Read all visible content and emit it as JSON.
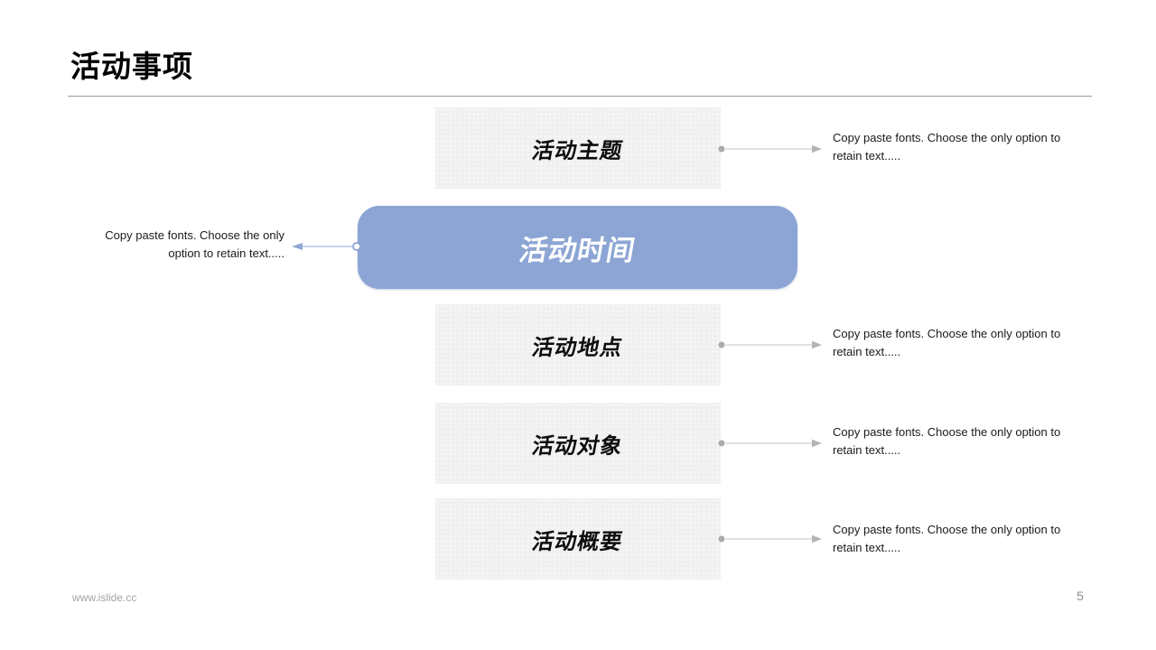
{
  "slide": {
    "title": "活动事项",
    "footer_url": "www.islide.cc",
    "page_number": "5"
  },
  "colors": {
    "accent_blue": "#8ca5d4",
    "box_gray": "#f0f0f0",
    "connector_gray": "#c9c9c9",
    "rule_gray": "#9a9a9a"
  },
  "items": [
    {
      "label": "活动主题",
      "annotation": "Copy paste fonts. Choose the only option to retain text....."
    },
    {
      "label": "活动时间",
      "annotation": "Copy paste fonts. Choose the only option to retain text....."
    },
    {
      "label": "活动地点",
      "annotation": "Copy paste fonts. Choose the only option to retain text....."
    },
    {
      "label": "活动对象",
      "annotation": "Copy paste fonts. Choose the only option to retain text....."
    },
    {
      "label": "活动概要",
      "annotation": "Copy paste fonts. Choose the only option to retain text....."
    }
  ]
}
